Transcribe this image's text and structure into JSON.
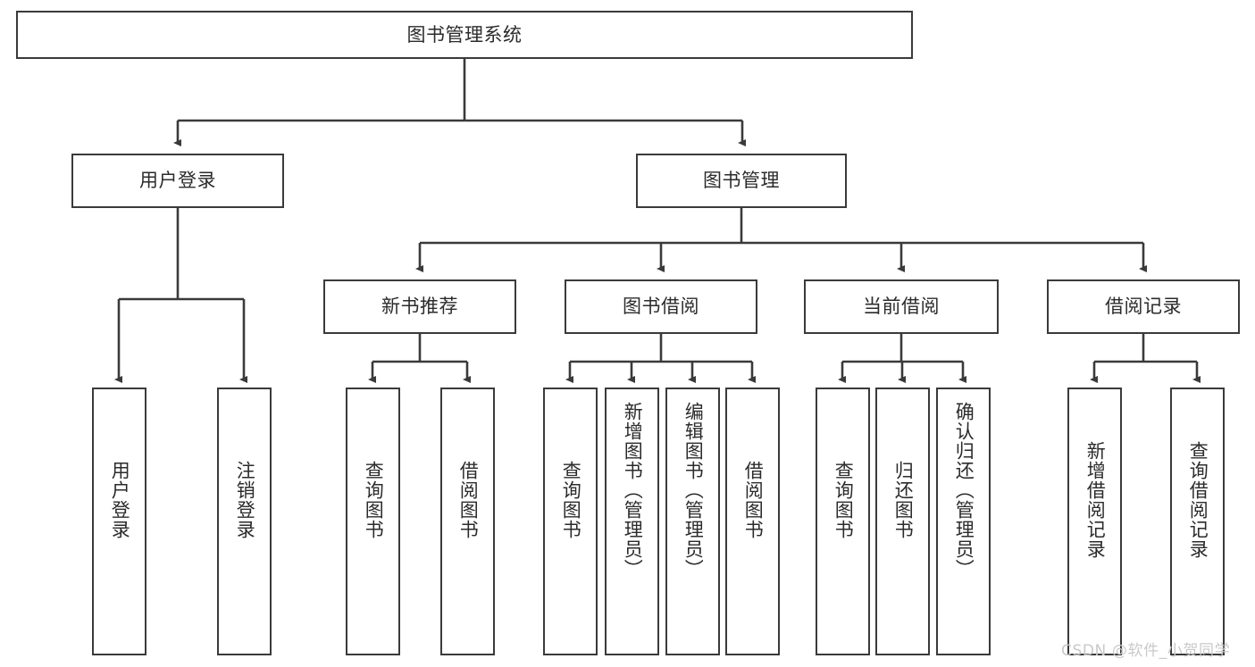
{
  "diagram": {
    "title": "图书管理系统",
    "type": "tree",
    "watermark": "CSDN @软件_小贺同学",
    "styles": {
      "border_color": "#3a3a3a",
      "text_color": "#2b2b2b",
      "background": "#ffffff",
      "watermark_color": "#c9c9c9"
    },
    "levels": {
      "root": {
        "label": "图书管理系统"
      },
      "level2": [
        {
          "label": "用户登录"
        },
        {
          "label": "图书管理"
        }
      ],
      "level3": [
        {
          "label": "新书推荐"
        },
        {
          "label": "图书借阅"
        },
        {
          "label": "当前借阅"
        },
        {
          "label": "借阅记录"
        }
      ]
    },
    "leaves": {
      "user_login": [
        {
          "label": "用户登录"
        },
        {
          "label": "注销登录"
        }
      ],
      "new_book": [
        {
          "label": "查询图书"
        },
        {
          "label": "借阅图书"
        }
      ],
      "book_borrow": [
        {
          "label": "查询图书"
        },
        {
          "label": "新增图书（管理员）"
        },
        {
          "label": "编辑图书（管理员）"
        },
        {
          "label": "借阅图书"
        }
      ],
      "current_borrow": [
        {
          "label": "查询图书"
        },
        {
          "label": "归还图书"
        },
        {
          "label": "确认归还（管理员）"
        }
      ],
      "borrow_record": [
        {
          "label": "新增借阅记录"
        },
        {
          "label": "查询借阅记录"
        }
      ]
    }
  }
}
